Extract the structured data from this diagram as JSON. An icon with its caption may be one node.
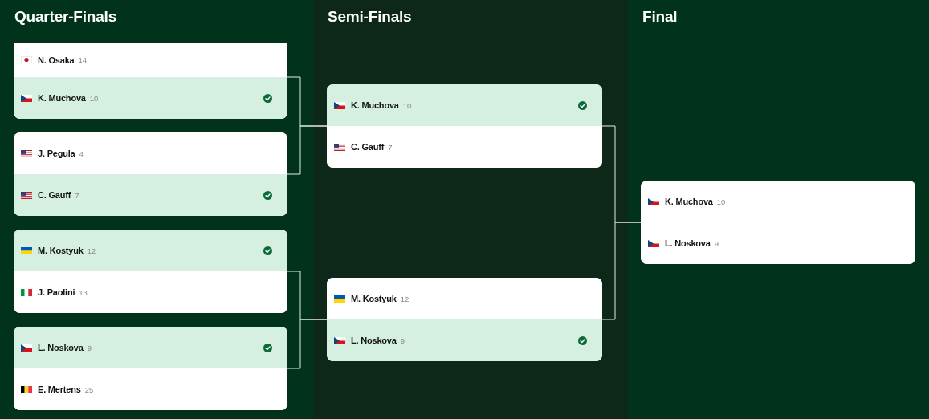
{
  "diagram": {
    "nodes": [
      {
        "text": [
          "Quarter-Finals"
        ]
      },
      {
        "text": [],
        "shape": "box",
        "in": 0
      },
      {
        "text": [
          "N. Osaka",
          "14"
        ],
        "in": 1
      },
      {
        "text": [
          "K. Muchova",
          "10"
        ],
        "in": 1
      },
      {
        "text": [],
        "shape": "box",
        "in": 0
      },
      {
        "text": [
          "J. Pegula",
          "4"
        ],
        "in": 4
      },
      {
        "text": [
          "C. Gauff",
          "7"
        ],
        "in": 4
      },
      {
        "text": [],
        "shape": "box",
        "in": 0
      },
      {
        "text": [
          "M. Kostyuk",
          "12"
        ],
        "in": 7
      },
      {
        "text": [
          "J. Paolini",
          "13"
        ],
        "in": 7
      },
      {
        "text": [],
        "shape": "box",
        "in": 0
      },
      {
        "text": [
          "L. Noskova",
          "9"
        ],
        "in": 10
      },
      {
        "text": [
          "E. Mertens",
          "25"
        ],
        "in": 10
      },
      {
        "text": [
          "Semi-Finals"
        ]
      },
      {
        "text": [],
        "shape": "box",
        "in": 13
      },
      {
        "text": [
          "K. Muchova",
          "10"
        ],
        "in": 14
      },
      {
        "text": [
          "C. Gauff",
          "7"
        ],
        "in": 14
      },
      {
        "text": [],
        "shape": "box",
        "in": 13
      },
      {
        "text": [
          "M. Kostyuk",
          "12"
        ],
        "in": 17
      },
      {
        "text": [
          "L. Noskova",
          "9"
        ],
        "in": 17
      },
      {
        "text": [
          "Final"
        ]
      },
      {
        "text": [],
        "shape": "box",
        "in": 20
      },
      {
        "text": [
          "K. Muchova",
          "10"
        ],
        "in": 21
      },
      {
        "text": [
          "L. Noskova",
          "9"
        ],
        "in": 21
      }
    ],
    "edges": [
      {
        "from": 1,
        "to": 14,
        "arrow": "none"
      },
      {
        "from": 4,
        "to": 14,
        "arrow": "none"
      },
      {
        "from": 7,
        "to": 17,
        "arrow": "none"
      },
      {
        "from": 10,
        "to": 17,
        "arrow": "none"
      },
      {
        "from": 14,
        "to": 21,
        "arrow": "none"
      },
      {
        "from": 17,
        "to": 21,
        "arrow": "none"
      }
    ]
  }
}
